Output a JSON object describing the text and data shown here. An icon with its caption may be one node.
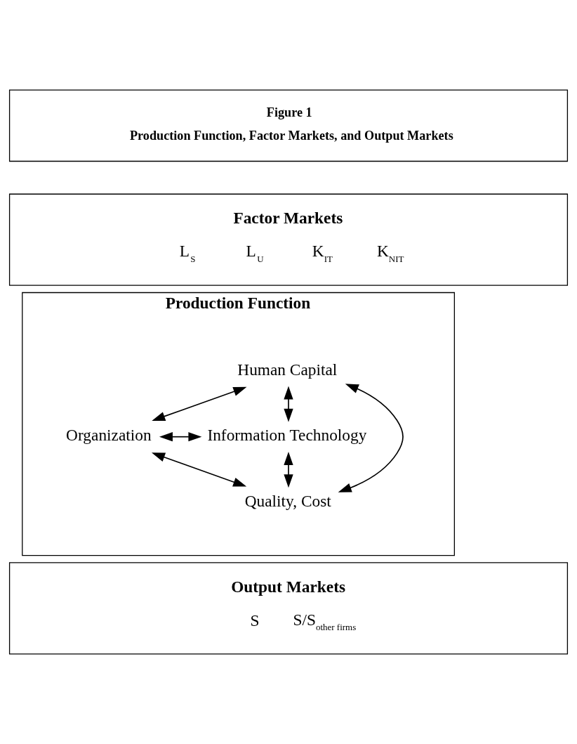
{
  "diagram": {
    "nodes": [
      {
        "text": [
          "Figure 1",
          "Production Function, Factor Markets, and Output Markets"
        ]
      },
      {
        "text": [
          "Factor Markets",
          "L$_{S}$",
          "L$_{U}$",
          "K$_{IT}$",
          "K$_{NIT}$"
        ]
      },
      {
        "text": [
          "Production Function"
        ]
      },
      {
        "text": [
          "Human Capital"
        ],
        "in": 2
      },
      {
        "text": [
          "Organization"
        ],
        "in": 2
      },
      {
        "text": [
          "Information Technology"
        ],
        "in": 2
      },
      {
        "text": [
          "Quality, Cost"
        ],
        "in": 2
      },
      {
        "text": [
          "Output Markets",
          "S",
          "S/S$_{other firms}$"
        ]
      }
    ],
    "edges": [
      {
        "from": 3,
        "to": 4,
        "arrow": "both"
      },
      {
        "from": 3,
        "to": 5,
        "arrow": "both"
      },
      {
        "from": 3,
        "to": 6,
        "arrow": "both"
      },
      {
        "from": 4,
        "to": 5,
        "arrow": "both"
      },
      {
        "from": 4,
        "to": 6,
        "arrow": "both"
      },
      {
        "from": 5,
        "to": 6,
        "arrow": "both"
      }
    ]
  }
}
